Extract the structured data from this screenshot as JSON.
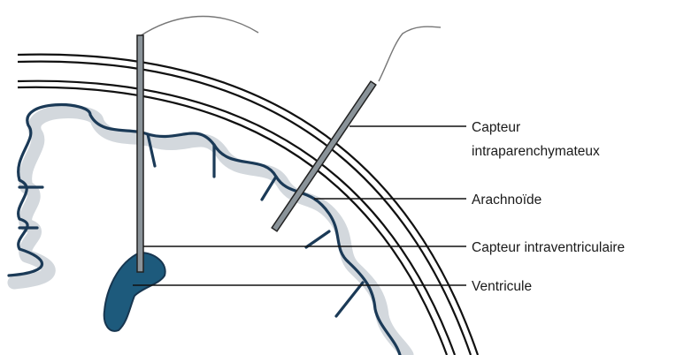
{
  "labels": {
    "intraparenchymal": [
      "Capteur",
      "intraparenchymateux"
    ],
    "arachnoid": "Arachnoïde",
    "intraventricular": "Capteur intraventriculaire",
    "ventricle": "Ventricule"
  },
  "colors": {
    "line": "#111111",
    "cortex_outline": "#1b3a57",
    "cortex_shadow": "#d3d8dd",
    "ventricle_fill": "#1d5a7c",
    "probe_fill": "#8a9399",
    "wire": "#777777"
  }
}
